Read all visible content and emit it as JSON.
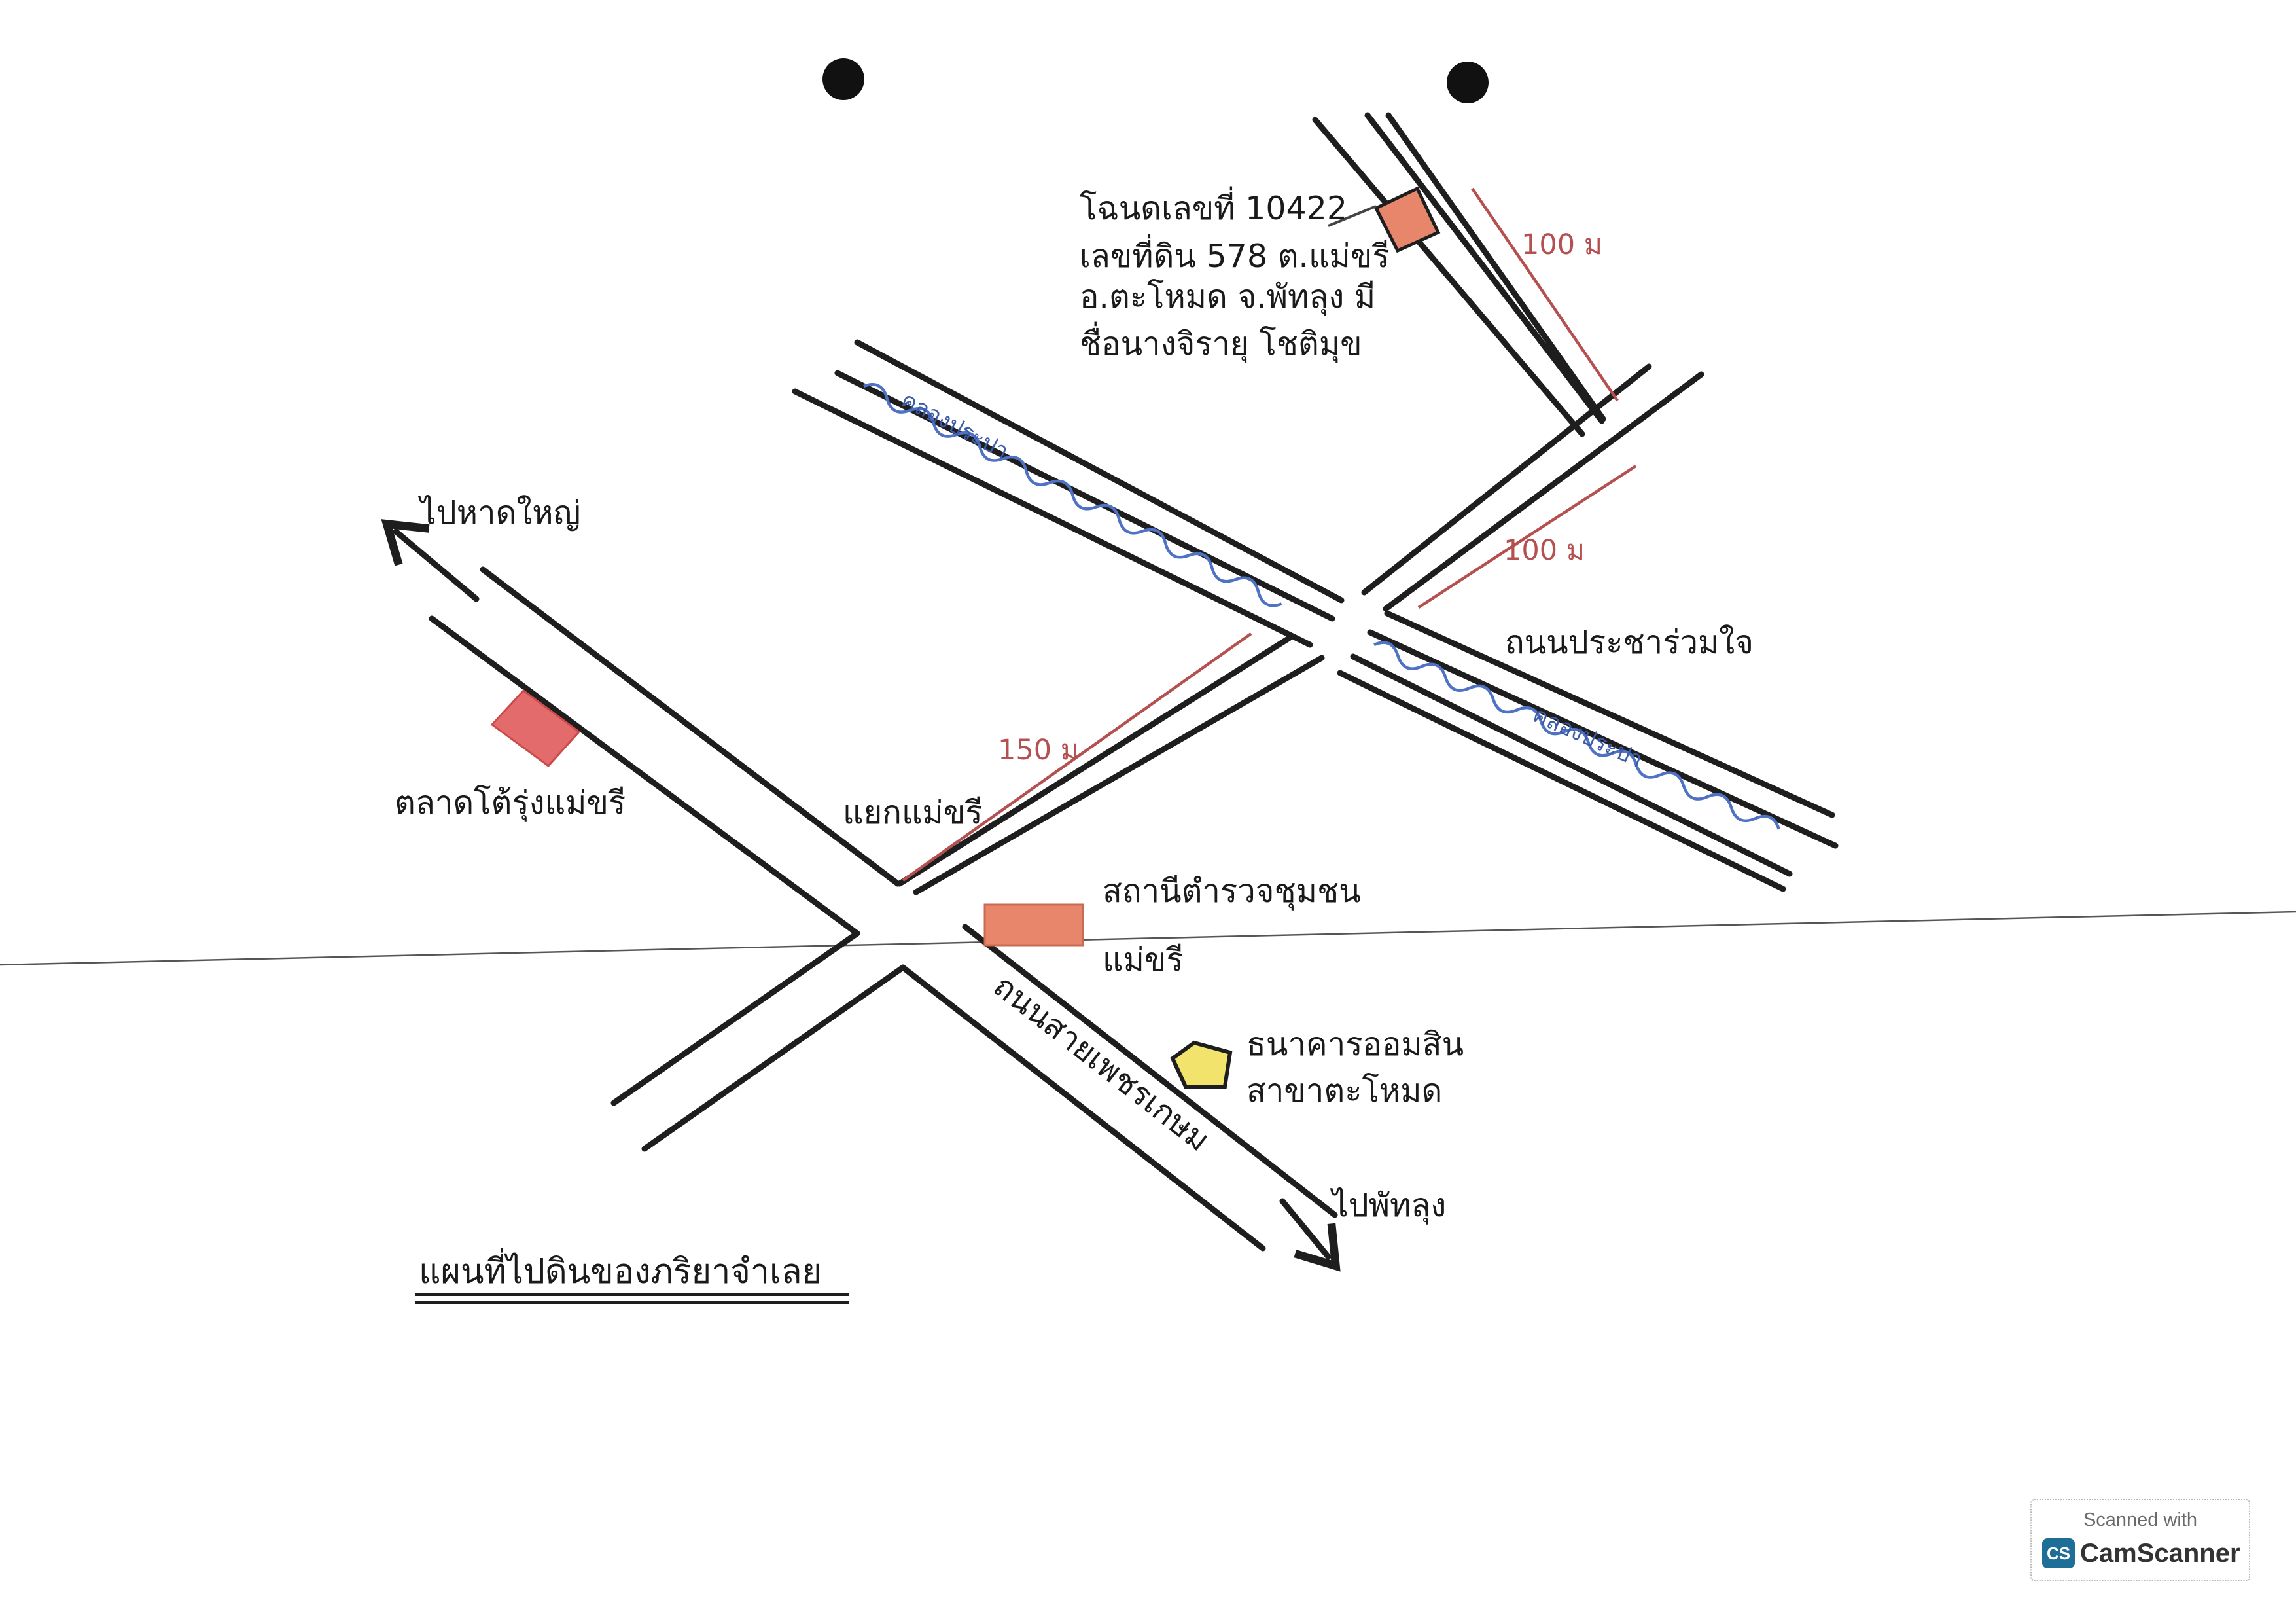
{
  "title": "แผนที่ไปดินของภริยาจำเลย",
  "roads": {
    "main": "ถนนสายเพชรเกษม",
    "cross": "ถนนประชาร่วมใจ"
  },
  "directions": {
    "northwest": "ไปหาดใหญ่",
    "southeast": "ไปพัทลุง"
  },
  "junction": "แยกแม่ขรี",
  "canal": {
    "name_upper": "คลองประปา",
    "name_lower": "คลองประปา"
  },
  "distances": {
    "plot_spur": "100 ม",
    "cross_road": "100 ม",
    "main_to_cross": "150 ม"
  },
  "landmarks": {
    "market": "ตลาดโต้รุ่งแม่ขรี",
    "police_line1": "สถานีตำรวจชุมชน",
    "police_line2": "แม่ขรี",
    "bank_line1": "ธนาคารออมสิน",
    "bank_line2": "สาขาตะโหมด"
  },
  "plot": {
    "line1": "โฉนดเลขที่ 10422",
    "line2": "เลขที่ดิน 578 ต.แม่ขรี",
    "line3": "อ.ตะโหมด จ.พัทลุง มี",
    "line4": "ชื่อนางจิรายุ โชติมุข"
  },
  "colors": {
    "road": "#1e1e1e",
    "distance": "#b55050",
    "canal": "#4f72c4",
    "building": "#e8866b",
    "bank": "#f1e36b",
    "paper": "#ffffff"
  },
  "icons": {
    "building": "rectangle-marker",
    "bank": "pentagon-marker",
    "direction": "arrow"
  },
  "badge": {
    "scanned_with": "Scanned with",
    "logo": "CS",
    "app": "CamScanner"
  }
}
